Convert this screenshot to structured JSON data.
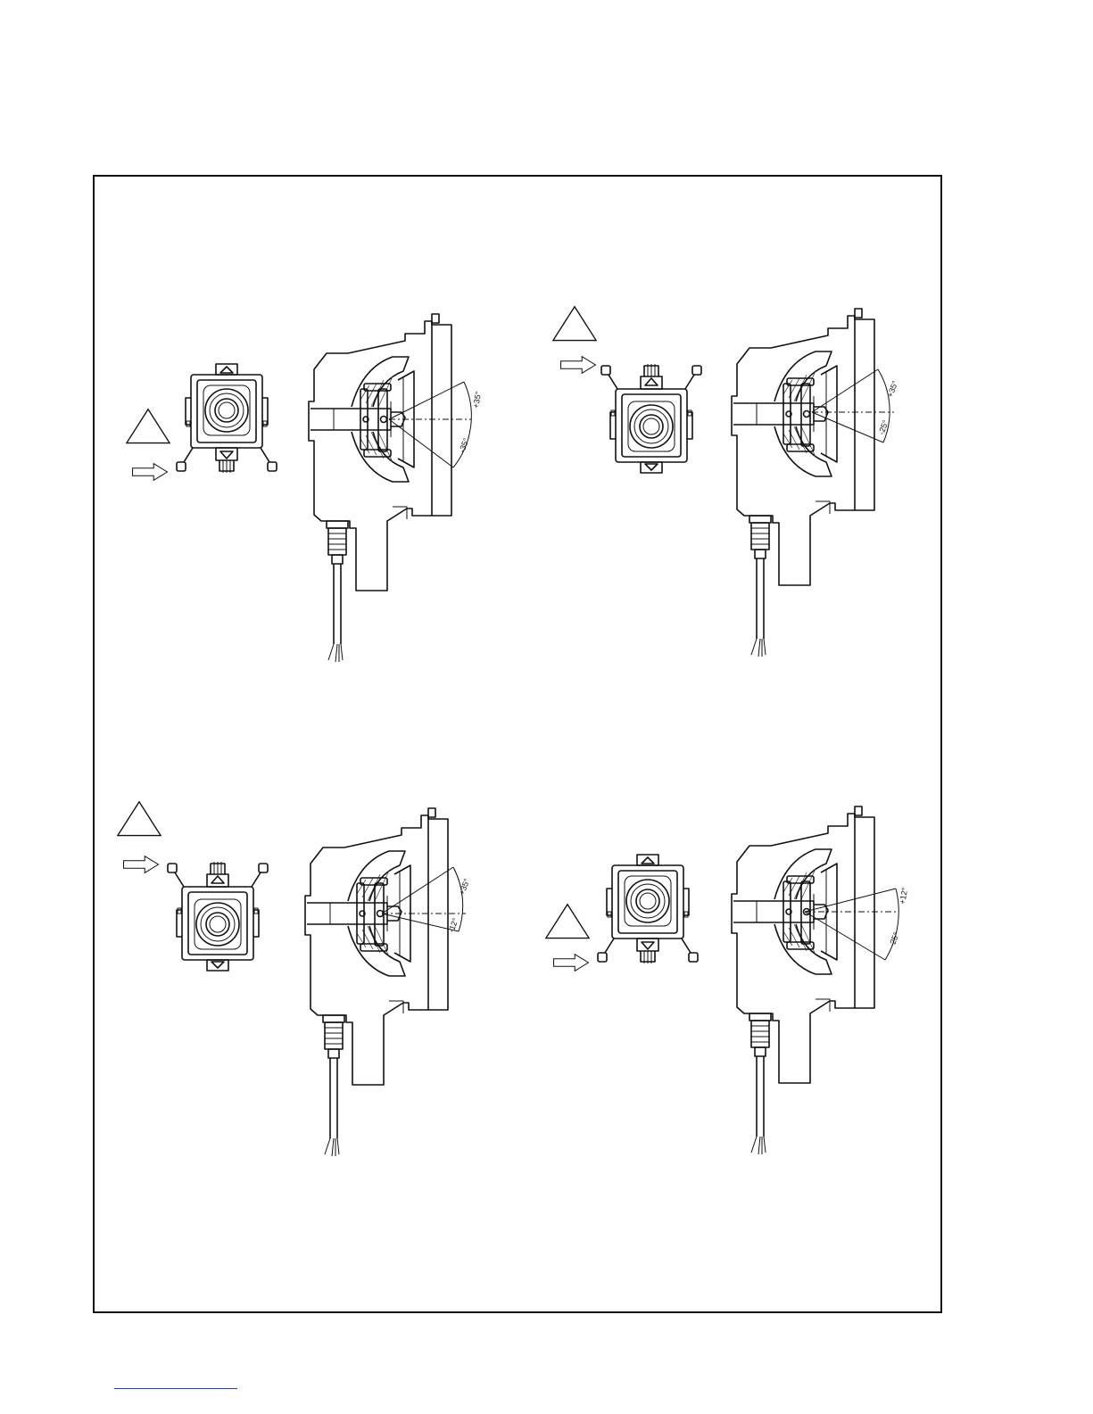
{
  "diagrams": [
    {
      "id": "tl",
      "angle_up": "+35°",
      "angle_down": "-35°",
      "adapter_orientation": "normal"
    },
    {
      "id": "tr",
      "angle_up": "+35°",
      "angle_down": "-25°",
      "adapter_orientation": "rotated"
    },
    {
      "id": "bl",
      "angle_up": "+35°",
      "angle_down": "-12°",
      "adapter_orientation": "rotated"
    },
    {
      "id": "br",
      "angle_up": "+12°",
      "angle_down": "-25°",
      "adapter_orientation": "normal"
    }
  ],
  "colors": {
    "line": "#111111",
    "frame": "#111111",
    "footer_link": "#1f3fd6"
  }
}
